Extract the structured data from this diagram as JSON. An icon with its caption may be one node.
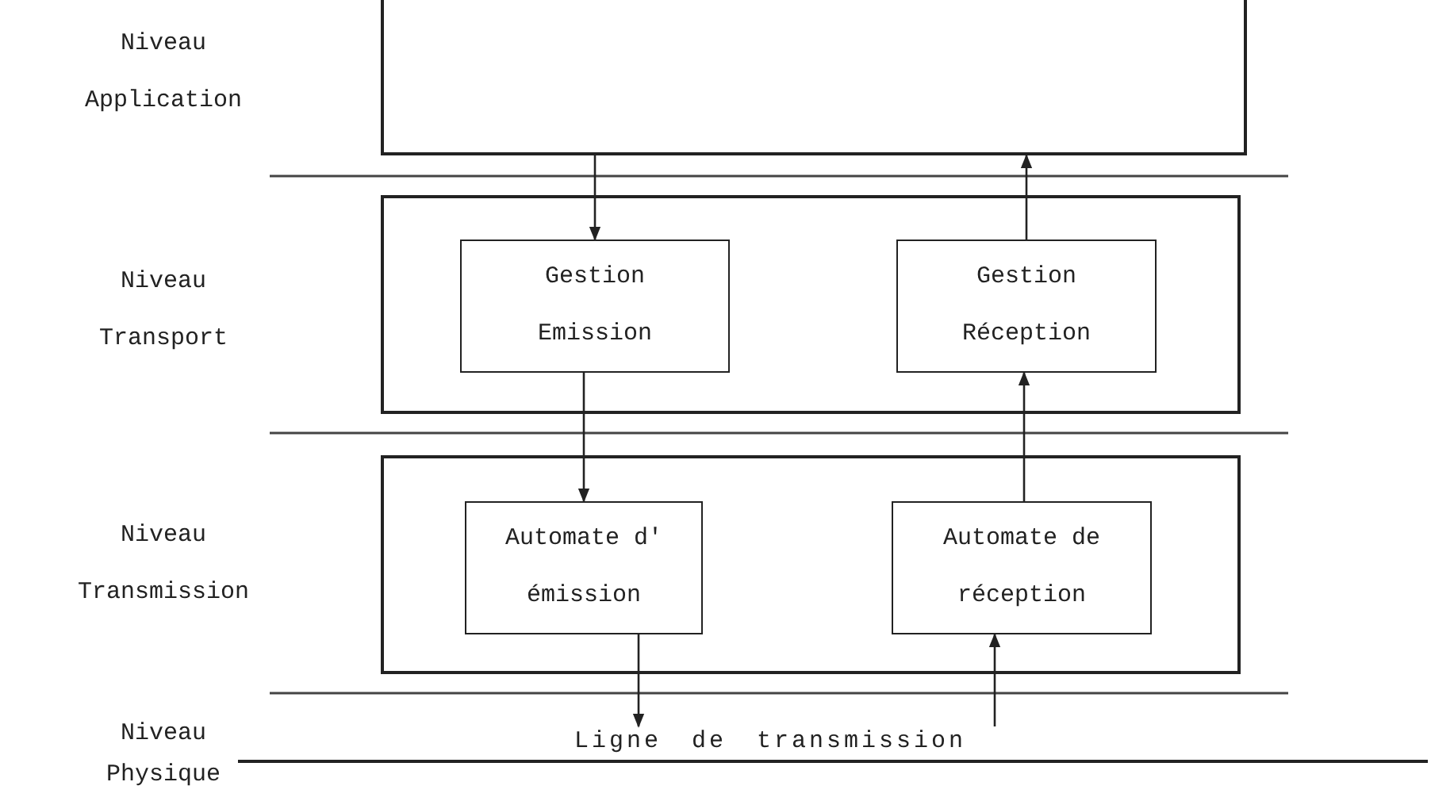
{
  "diagram": {
    "nodes": [
      {
        "text": [],
        "shape": "box"
      },
      {
        "text": [],
        "shape": "box"
      },
      {
        "text": [
          "Gestion Emission"
        ],
        "in": 1
      },
      {
        "text": [
          "Gestion Réception"
        ],
        "in": 1
      },
      {
        "text": [],
        "shape": "box"
      },
      {
        "text": [
          "Automate d' émission"
        ],
        "in": 4
      },
      {
        "text": [
          "Automate de réception"
        ],
        "in": 4
      },
      {
        "text": [
          "Ligne de transmission"
        ]
      }
    ],
    "edges": [
      {
        "from": 0,
        "to": 2,
        "arrow": "to"
      },
      {
        "from": 2,
        "to": 5,
        "arrow": "to"
      },
      {
        "from": 5,
        "to": 7,
        "arrow": "to"
      },
      {
        "from": 7,
        "to": 6,
        "arrow": "to"
      },
      {
        "from": 6,
        "to": 3,
        "arrow": "to"
      },
      {
        "from": 3,
        "to": 0,
        "arrow": "to"
      }
    ],
    "labels": [
      "Niveau Application",
      "Niveau Transport",
      "Niveau Transmission",
      "Niveau Physique"
    ]
  }
}
